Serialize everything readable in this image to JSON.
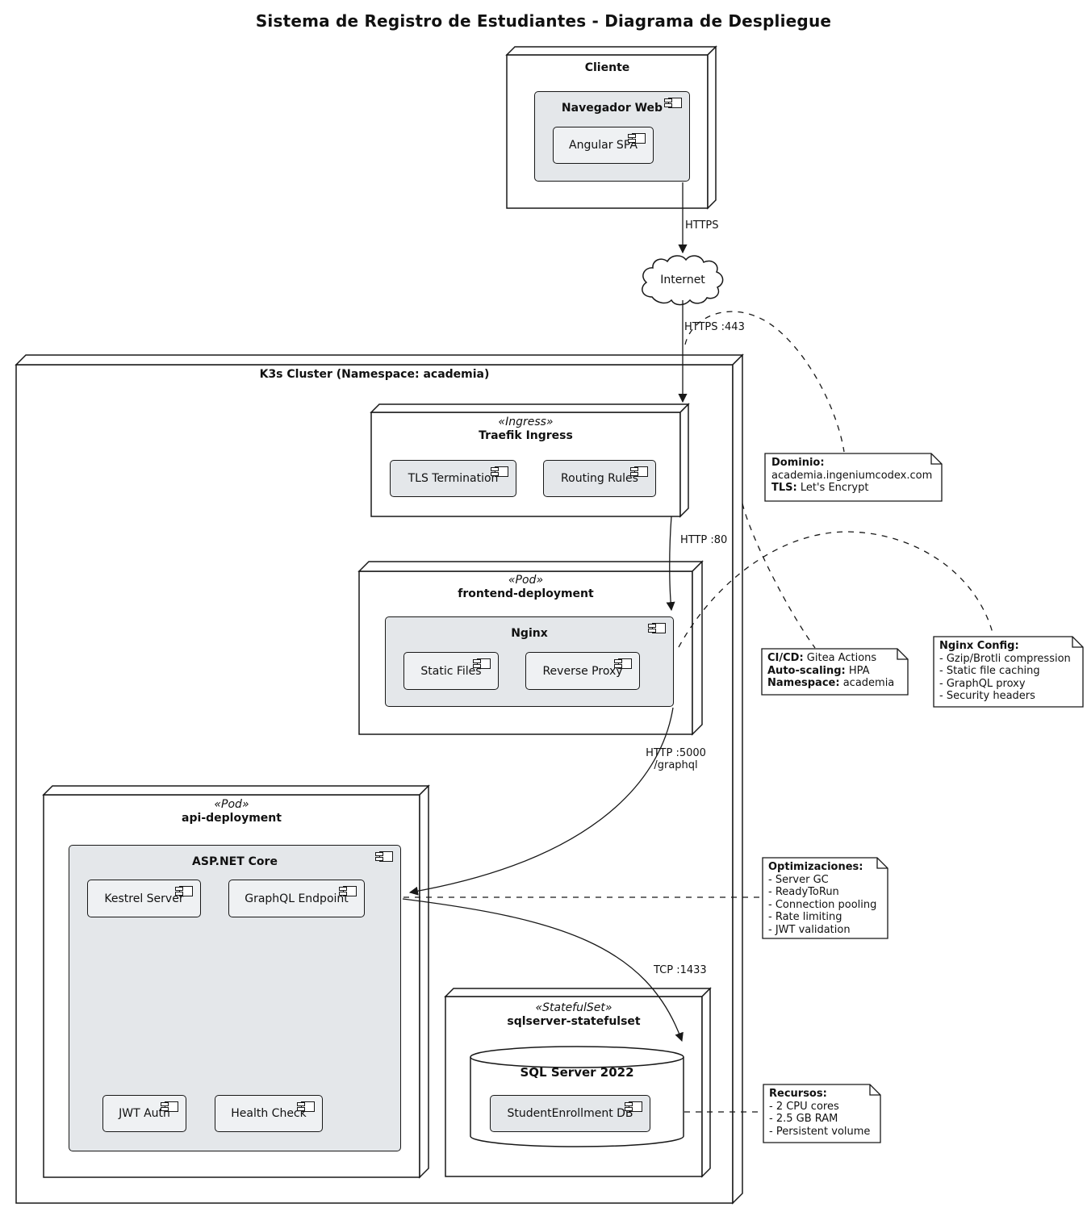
{
  "title": "Sistema de Registro de Estudiantes - Diagrama de Despliegue",
  "nodes": {
    "cliente": {
      "name": "Cliente"
    },
    "k3s_cluster": {
      "name": "K3s Cluster (Namespace: academia)"
    },
    "traefik": {
      "stereotype": "«Ingress»",
      "name": "Traefik Ingress"
    },
    "frontend": {
      "stereotype": "«Pod»",
      "name": "frontend-deployment"
    },
    "api": {
      "stereotype": "«Pod»",
      "name": "api-deployment"
    },
    "sqlserver": {
      "stereotype": "«StatefulSet»",
      "name": "sqlserver-statefulset"
    }
  },
  "components": {
    "navegador_web": "Navegador Web",
    "angular_spa": "Angular SPA",
    "tls_termination": "TLS Termination",
    "routing_rules": "Routing Rules",
    "nginx": "Nginx",
    "static_files": "Static Files",
    "reverse_proxy": "Reverse Proxy",
    "aspnet_core": "ASP.NET Core",
    "kestrel_server": "Kestrel Server",
    "graphql_endpoint": "GraphQL Endpoint",
    "jwt_auth": "JWT Auth",
    "health_check": "Health Check",
    "sql_server_2022": "SQL Server 2022",
    "student_enrollment_db": "StudentEnrollment DB"
  },
  "cloud": {
    "label": "Internet"
  },
  "edges": {
    "https": "HTTPS",
    "https_443": "HTTPS :443",
    "http_80": "HTTP :80",
    "http_5000": "HTTP :5000",
    "http_5000_path": "/graphql",
    "tcp_1433": "TCP :1433"
  },
  "notes": {
    "dominio": {
      "label1": "Dominio:",
      "value1": "academia.ingeniumcodex.com",
      "label2": "TLS:",
      "value2": "Let's Encrypt"
    },
    "cicd": {
      "label1": "CI/CD:",
      "value1": "Gitea Actions",
      "label2": "Auto-scaling:",
      "value2": "HPA",
      "label3": "Namespace:",
      "value3": "academia"
    },
    "nginx_config": {
      "title": "Nginx Config:",
      "items": [
        "- Gzip/Brotli compression",
        "- Static file caching",
        "- GraphQL proxy",
        "- Security headers"
      ]
    },
    "optimizaciones": {
      "title": "Optimizaciones:",
      "items": [
        "- Server GC",
        "- ReadyToRun",
        "- Connection pooling",
        "- Rate limiting",
        "- JWT validation"
      ]
    },
    "recursos": {
      "title": "Recursos:",
      "items": [
        "- 2 CPU cores",
        "- 2.5 GB RAM",
        "- Persistent volume"
      ]
    }
  },
  "colors": {
    "border": "#181818",
    "node_fill": "#FFFFFF",
    "comp_fill": "#E4E7EA",
    "comp_inner": "#EFF1F3",
    "note_fill": "#FFFFFF",
    "bg": "#FFFFFF"
  }
}
